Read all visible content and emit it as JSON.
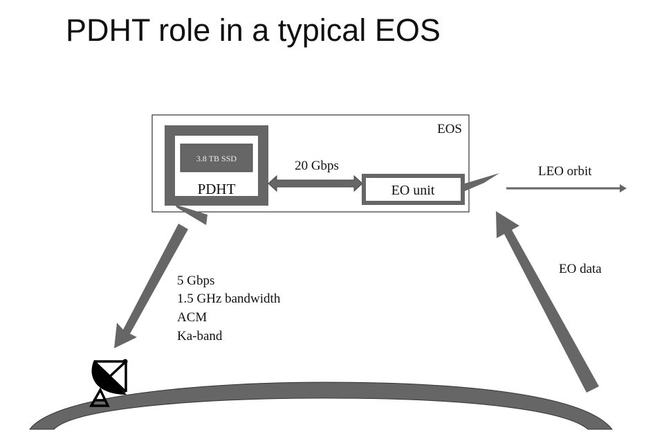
{
  "slide": {
    "title": "PDHT role in a typical EOS"
  },
  "diagram": {
    "eos_label": "EOS",
    "ssd_label": "3.8 TB SSD",
    "pdht_label": "PDHT",
    "link_label": "20 Gbps",
    "eo_unit_label": "EO unit",
    "orbit_label": "LEO orbit",
    "uplink_label": "EO data",
    "downlink_lines": [
      "5 Gbps",
      "1.5 GHz bandwidth",
      "ACM",
      "Ka-band"
    ]
  },
  "colors": {
    "shape_gray": "#666666",
    "text": "#111111"
  }
}
